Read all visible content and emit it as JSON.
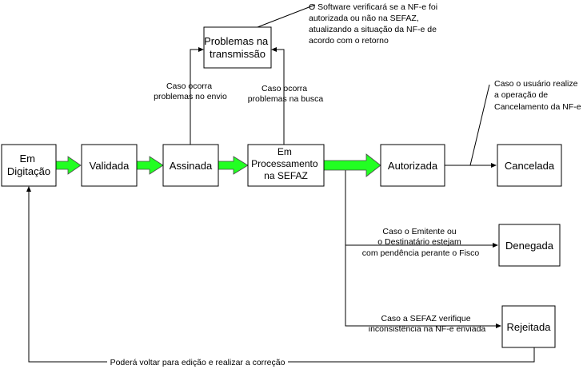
{
  "states": {
    "em_digitacao": [
      "Em",
      "Digitação"
    ],
    "validada": [
      "Validada"
    ],
    "assinada": [
      "Assinada"
    ],
    "em_processamento": [
      "Em",
      "Processamento",
      "na SEFAZ"
    ],
    "autorizada": [
      "Autorizada"
    ],
    "cancelada": [
      "Cancelada"
    ],
    "denegada": [
      "Denegada"
    ],
    "rejeitada": [
      "Rejeitada"
    ],
    "problemas": [
      "Problemas na",
      "transmissão"
    ]
  },
  "notes": {
    "software": [
      "O Software verificará se a NF-e foi",
      "autorizada ou não na SEFAZ,",
      "atualizando a situação da NF-e de",
      "acordo com o retorno"
    ],
    "envio": [
      "Caso ocorra",
      "problemas no envio"
    ],
    "busca": [
      "Caso ocorra",
      "problemas na busca"
    ],
    "cancelamento": [
      "Caso o usuário realize",
      "a operação de",
      "Cancelamento da NF-e"
    ],
    "denegada": [
      "Caso o Emitente ou",
      "o Destinatário estejam",
      "com pendência perante o Fisco"
    ],
    "rejeitada": [
      "Caso a SEFAZ verifique",
      "inconsistência na NF-e enviada"
    ],
    "voltar": [
      "Poderá voltar para edição e realizar a correção"
    ]
  },
  "colors": {
    "flow_arrow": "#22ff22",
    "line": "#000000",
    "box_fill": "#ffffff"
  }
}
